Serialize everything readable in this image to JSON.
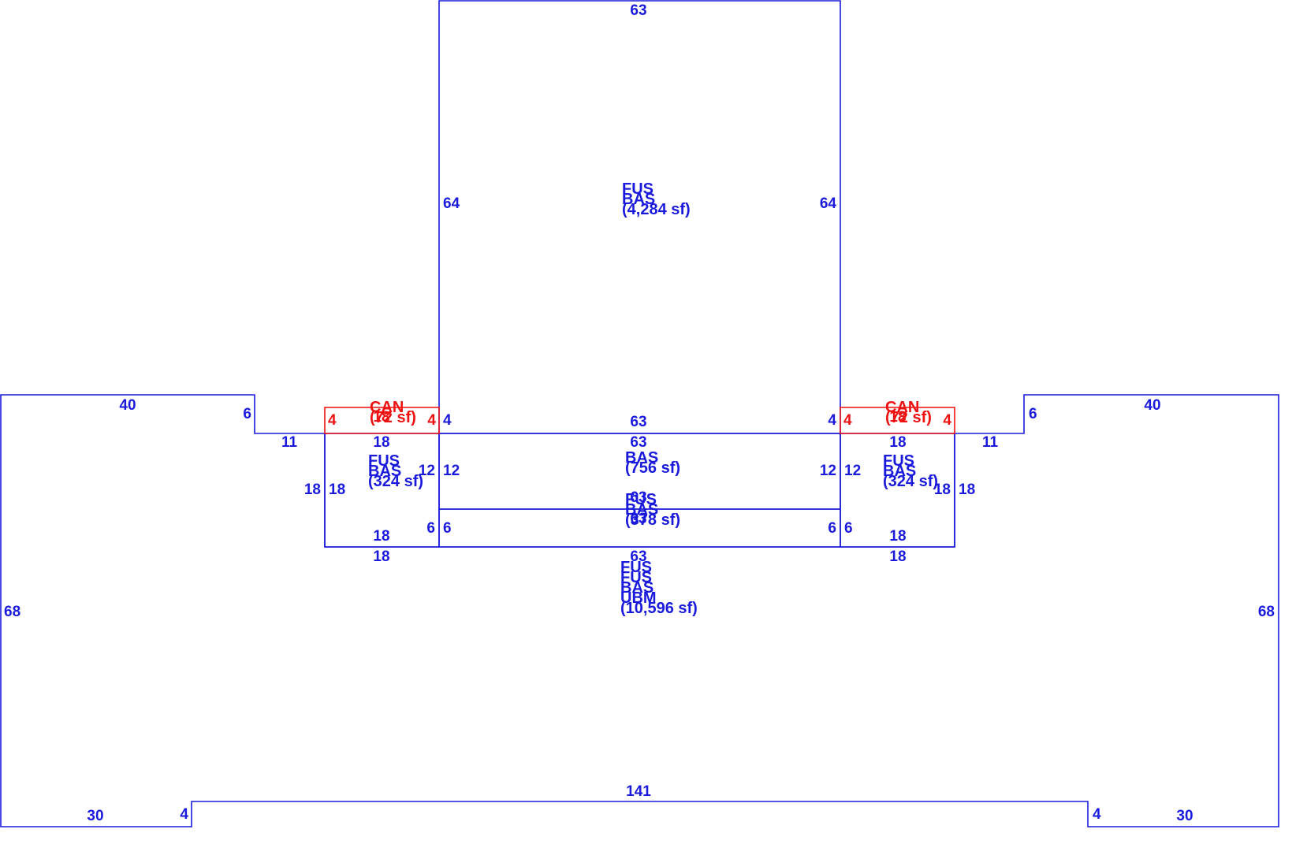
{
  "colors": {
    "building": "#1a1adc",
    "canopy": "#ee1111",
    "background": "#ffffff"
  },
  "areas": [
    {
      "id": "upper",
      "lines": [
        "FUS",
        "BAS",
        "(4,284 sf)"
      ]
    },
    {
      "id": "mid",
      "lines": [
        "BAS",
        "(756 sf)"
      ]
    },
    {
      "id": "strip",
      "lines": [
        "FUS",
        "BAS",
        "(378 sf)"
      ]
    },
    {
      "id": "left-wing",
      "lines": [
        "FUS",
        "BAS",
        "(324 sf)"
      ]
    },
    {
      "id": "right-wing",
      "lines": [
        "FUS",
        "BAS",
        "(324 sf)"
      ]
    },
    {
      "id": "lower",
      "lines": [
        "FUS",
        "FUS",
        "BAS",
        "UBM",
        "(10,596 sf)"
      ]
    },
    {
      "id": "left-canopy",
      "lines": [
        "CAN",
        "(72 sf)"
      ]
    },
    {
      "id": "right-canopy",
      "lines": [
        "CAN",
        "(72 sf)"
      ]
    }
  ],
  "dimensions": {
    "top_width": "63",
    "upper_left": "64",
    "upper_right": "64",
    "mid_top": "63",
    "mid_inner_top": "63",
    "mid_left_outer": "12",
    "mid_left_inner": "12",
    "mid_right_inner": "12",
    "mid_right_outer": "12",
    "strip_top": "63",
    "strip_inner_top": "63",
    "strip_left_outer": "6",
    "strip_left_inner": "6",
    "strip_right_inner": "6",
    "strip_right_outer": "6",
    "lower_top": "63",
    "step_left_4": "4",
    "step_right_4": "4",
    "lw_top": "18",
    "lw_bottom_inner": "18",
    "lw_bottom_outer": "18",
    "lw_side_outer": "18",
    "lw_side_inner": "18",
    "rw_top": "18",
    "rw_bottom_inner": "18",
    "rw_bottom_outer": "18",
    "rw_side_inner": "18",
    "rw_side_outer": "18",
    "left_top": "40",
    "left_notch": "6",
    "left_ledge": "11",
    "left_side": "68",
    "left_foot": "30",
    "left_foot_step": "4",
    "right_top": "40",
    "right_notch": "6",
    "right_ledge": "11",
    "right_side": "68",
    "right_foot": "30",
    "right_foot_step": "4",
    "bottom_width": "141",
    "lc_top": "18",
    "lc_left": "4",
    "lc_right": "4",
    "rc_top": "18",
    "rc_left": "4",
    "rc_right": "4"
  }
}
